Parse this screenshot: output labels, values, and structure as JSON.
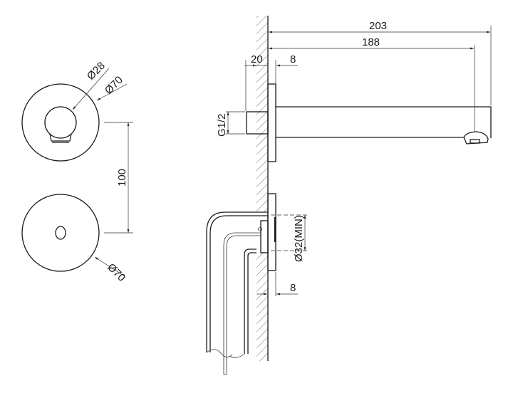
{
  "drawing": {
    "front_view_top": {
      "inner_diameter_label": "Ø28",
      "outer_diameter_label": "Ø70"
    },
    "front_view_bottom": {
      "outer_diameter_label": "Ø70"
    },
    "vertical_spacing_label": "100",
    "side_view": {
      "overall_length_label": "203",
      "spout_length_label": "188",
      "inlet_depth_label": "20",
      "top_flange_thickness_label": "8",
      "bottom_flange_thickness_label": "8",
      "thread_label": "G1/2",
      "min_bore_label": "Ø32(MIN)"
    }
  }
}
